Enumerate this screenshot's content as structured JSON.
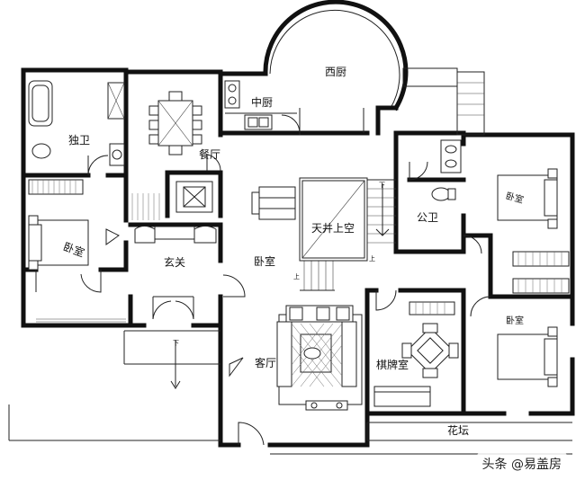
{
  "rooms": {
    "western_kitchen": "西厨",
    "chinese_kitchen": "中厨",
    "private_bath": "独卫",
    "dining": "餐厅",
    "bedroom_left": "卧室",
    "atrium_void": "天井上空",
    "bedroom_center": "卧室",
    "public_bath": "公卫",
    "bedroom_right_top": "卧室",
    "foyer": "玄关",
    "living": "客厅",
    "chess_room": "棋牌室",
    "bedroom_right_bottom": "卧室",
    "flower_bed": "花坛"
  },
  "annotations": {
    "down_left": "下",
    "down_stairs": "下",
    "up_stairs": "上",
    "up_small": "上"
  },
  "watermark": "头条 @易盖房"
}
